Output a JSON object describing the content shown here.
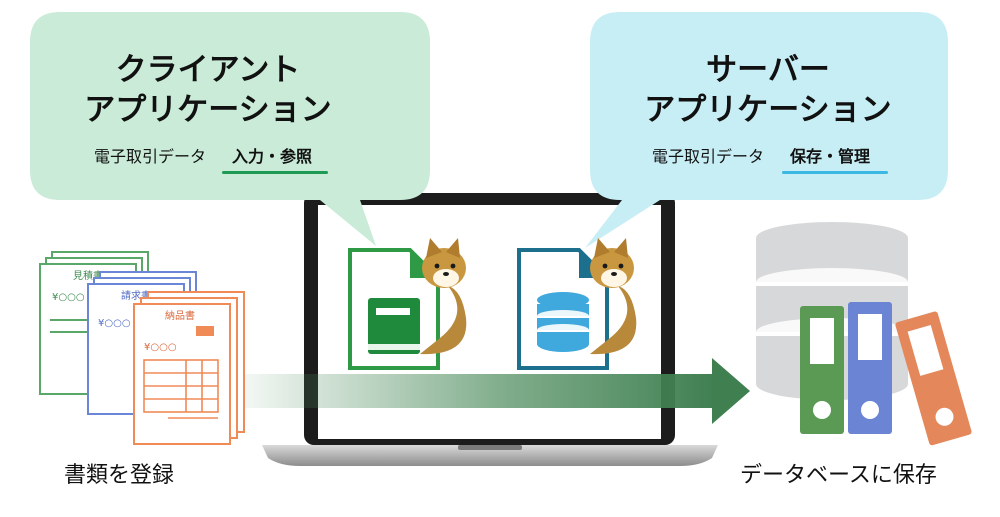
{
  "client_bubble": {
    "title_line1": "クライアント",
    "title_line2": "アプリケーション",
    "sub_prefix": "電子取引データ",
    "sub_highlight": "入力・参照"
  },
  "server_bubble": {
    "title_line1": "サーバー",
    "title_line2": "アプリケーション",
    "sub_prefix": "電子取引データ",
    "sub_highlight": "保存・管理"
  },
  "documents": {
    "doc1_title": "見積書",
    "doc2_title": "請求書",
    "doc3_title": "納品書",
    "yen_text": "¥○○○"
  },
  "captions": {
    "left": "書類を登録",
    "right": "データベースに保存"
  },
  "colors": {
    "client_bubble": "#c9ebd8",
    "server_bubble": "#c8eef5",
    "client_underline": "#1f9a55",
    "server_underline": "#3db7e4",
    "doc_green": "#59a86a",
    "doc_blue": "#6b86d6",
    "doc_orange": "#f08a56",
    "binder_green": "#5a9a55",
    "binder_blue": "#6b84d4",
    "binder_orange": "#e4875a",
    "arrow": "#4a8a5a",
    "db_gray": "#d6d8d9"
  }
}
